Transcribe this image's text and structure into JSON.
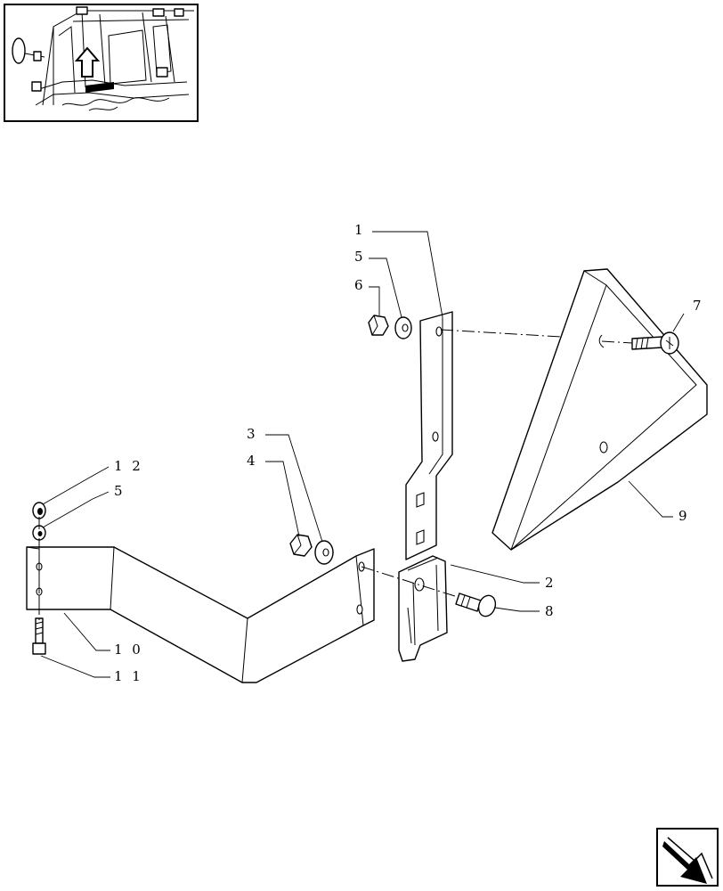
{
  "callouts": [
    {
      "id": "1",
      "text": "1"
    },
    {
      "id": "2",
      "text": "2"
    },
    {
      "id": "3",
      "text": "3"
    },
    {
      "id": "4",
      "text": "4"
    },
    {
      "id": "5a",
      "text": "5"
    },
    {
      "id": "5b",
      "text": "5"
    },
    {
      "id": "6",
      "text": "6"
    },
    {
      "id": "7",
      "text": "7"
    },
    {
      "id": "8",
      "text": "8"
    },
    {
      "id": "9",
      "text": "9"
    },
    {
      "id": "10",
      "text": "1 0"
    },
    {
      "id": "11",
      "text": "1 1"
    },
    {
      "id": "12",
      "text": "1 2"
    }
  ],
  "icons": {
    "locator": "tractor-cab-locator-icon",
    "navigation": "next-page-arrow-icon"
  },
  "colors": {
    "line": "#000000",
    "background": "#ffffff"
  }
}
